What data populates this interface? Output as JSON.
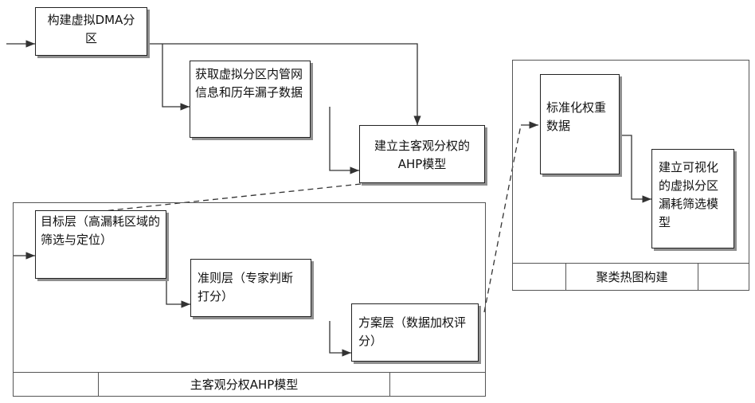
{
  "colors": {
    "border": "#222222",
    "shadow": "#8f8f8f",
    "line": "#333333",
    "background": "#ffffff"
  },
  "nodes": {
    "build_dma": "构建虚拟DMA分区",
    "get_data": "获取虚拟分区内管网信息和历年漏子数据",
    "ahp_model": "建立主客观分权的AHP模型",
    "target_layer": "目标层（高漏耗区域的筛选与定位）",
    "criteria_layer": "准则层（专家判断打分）",
    "scheme_layer": "方案层（数据加权评分）",
    "standardize": "标准化权重数据",
    "visual_model": "建立可视化的虚拟分区漏耗筛选模型"
  },
  "frames": {
    "ahp_caption": "主客观分权AHP模型",
    "cluster_caption": "聚类热图构建"
  }
}
